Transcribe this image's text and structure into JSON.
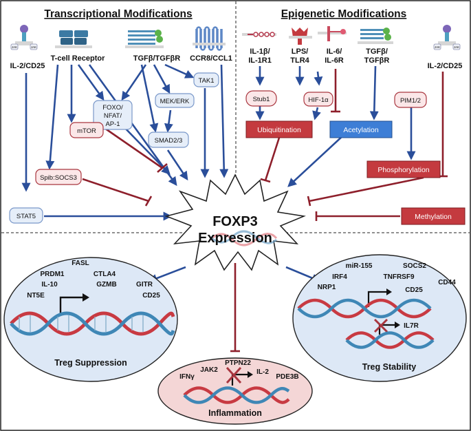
{
  "sections": {
    "transcriptional": "Transcriptional Modifications",
    "epigenetic": "Epigenetic Modifications"
  },
  "receptors": {
    "il2_left": "IL-2/CD25",
    "jak": "JAK",
    "tcr": "T-cell Receptor",
    "tgfb_left": "TGFβ/TGFβR",
    "ccr8": "CCR8/CCL1",
    "il1b_line1": "IL-1β/",
    "il1b_line2": "IL-1R1",
    "lps_line1": "LPS/",
    "lps_line2": "TLR4",
    "il6_line1": "IL-6/",
    "il6_line2": "IL-6R",
    "tgfb_right_line1": "TGFβ/",
    "tgfb_right_line2": "TGFβR",
    "il2_right": "IL-2/CD25"
  },
  "nodes": {
    "foxo_line1": "FOXO/",
    "foxo_line2": "NFAT/",
    "foxo_line3": "AP-1",
    "mek": "MEK/ERK",
    "tak1": "TAK1",
    "smad": "SMAD2/3",
    "mtor": "mTOR",
    "spib": "Spib:SOCS3",
    "stat5": "STAT5",
    "stub1": "Stub1",
    "hif": "HIF-1α",
    "pim": "PIM1/2"
  },
  "processes": {
    "ubiquitination": "Ubiquitination",
    "acetylation": "Acetylation",
    "phosphorylation": "Phosphorylation",
    "methylation": "Methylation"
  },
  "center": {
    "line1": "FOXP3",
    "line2": "Expression"
  },
  "suppression": {
    "genes": [
      "FASL",
      "PRDM1",
      "CTLA4",
      "IL-10",
      "GZMB",
      "GITR",
      "NT5E",
      "CD25"
    ],
    "title": "Treg Suppression"
  },
  "inflammation": {
    "genes": [
      "PTPN22",
      "JAK2",
      "IL-2",
      "IFNγ",
      "PDE3B"
    ],
    "title": "Inflammation"
  },
  "stability": {
    "genes": [
      "miR-155",
      "SOCS2",
      "IRF4",
      "TNFRSF9",
      "NRP1",
      "CD25",
      "CD44"
    ],
    "repressed": "IL7R",
    "title": "Treg Stability"
  },
  "colors": {
    "arrow_blue": "#2a4e9a",
    "inhibit_red": "#8e1f2b",
    "process_red": "#c43a3f",
    "process_blue": "#3d7ed6",
    "node_blue_fill": "#e6eef9",
    "node_red_fill": "#fbe7e8",
    "panel_blue": "#dde8f6",
    "panel_red": "#f4d6d6"
  }
}
